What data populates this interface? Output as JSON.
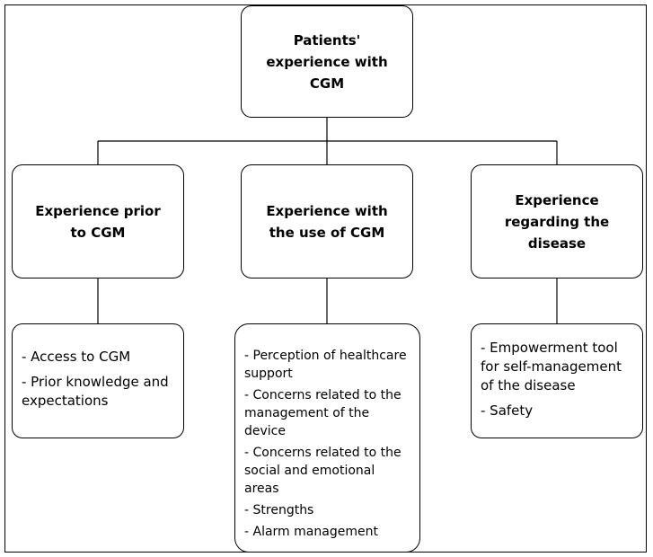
{
  "root": {
    "label": "Patients' experience with CGM"
  },
  "branches": [
    {
      "label": "Experience prior to CGM",
      "items": [
        "- Access to CGM",
        "- Prior knowledge and expectations"
      ]
    },
    {
      "label": "Experience with the use of CGM",
      "items": [
        "- Perception of healthcare support",
        "- Concerns related to the management of the device",
        "- Concerns related to the social and emotional areas",
        "- Strengths",
        "- Alarm management"
      ]
    },
    {
      "label": "Experience regarding the disease",
      "items": [
        "- Empowerment tool for self-management of the disease",
        "- Safety"
      ]
    }
  ]
}
